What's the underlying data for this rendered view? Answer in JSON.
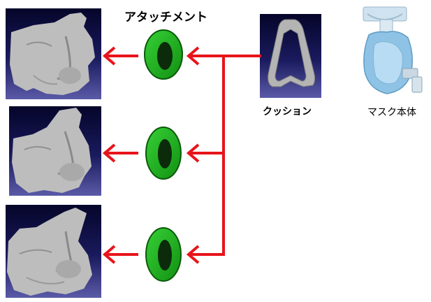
{
  "labels": {
    "attachment": "アタッチメント",
    "cushion": "クッション",
    "mask_body": "マスク本体"
  },
  "colors": {
    "arrow": "#e8141b",
    "ring": "#1fb31f",
    "ring_dark": "#0a5a0a",
    "face": "#b8b8b8",
    "panel_top": "#05052a",
    "panel_bottom": "#5a5aa8"
  }
}
